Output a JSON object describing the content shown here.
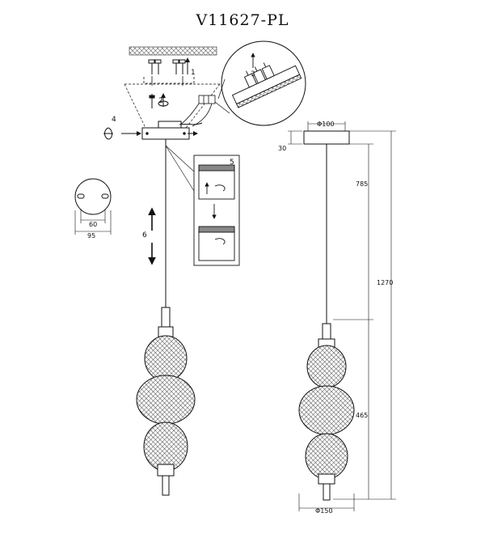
{
  "title": "V11627-PL",
  "steps": [
    "1",
    "2",
    "3",
    "4",
    "5",
    "6"
  ],
  "dims": {
    "canopy_dia": "Φ100",
    "canopy_h": "30",
    "cable": "785",
    "total": "1270",
    "body": "465",
    "body_dia": "Φ150",
    "slot_spacing": "60",
    "plate_dia": "95"
  }
}
